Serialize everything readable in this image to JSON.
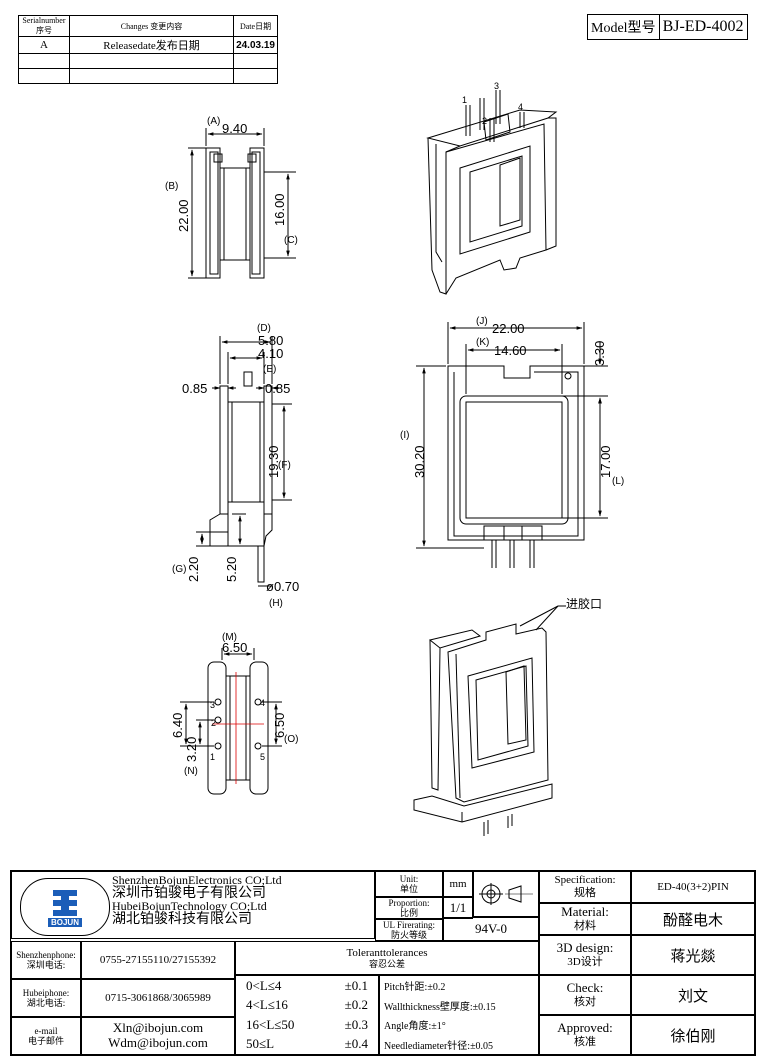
{
  "revision_table": {
    "headers": {
      "serial": "Serialnumber序号",
      "changes": "Changes 变更内容",
      "date": "Date日期"
    },
    "rows": [
      {
        "serial": "A",
        "changes": "Releasedate发布日期",
        "date": "24.03.19"
      }
    ]
  },
  "model": {
    "label": "Model型号",
    "value": "BJ-ED-4002"
  },
  "views": {
    "top_left": {
      "A": "(A)",
      "A_val": "9.40",
      "B": "(B)",
      "B_val": "22.00",
      "C": "(C)",
      "C_val": "16.00"
    },
    "side": {
      "D": "(D)",
      "D_val": "5.80",
      "E": "(E)",
      "E_val": "4.10",
      "left_085": "0.85",
      "right_085": "0.85",
      "F": "(F)",
      "F_val": "19.30",
      "G": "(G)",
      "G_val": "2.20",
      "g_520": "5.20",
      "H": "(H)",
      "H_val": "ø0.70"
    },
    "front": {
      "J": "(J)",
      "J_val": "22.00",
      "K": "(K)",
      "K_val": "14.60",
      "top_330": "3.30",
      "I": "(I)",
      "I_val": "30.20",
      "L": "(L)",
      "L_val": "17.00"
    },
    "bottom": {
      "M": "(M)",
      "M_val": "6.50",
      "N": "(N)",
      "N_val1": "6.40",
      "N_val2": "3.20",
      "O": "(O)",
      "O_val": "6.50",
      "pins": [
        "1",
        "2",
        "3",
        "4",
        "5"
      ]
    },
    "iso_pins": [
      "1",
      "2",
      "3",
      "4"
    ],
    "gate_label": "进胶口"
  },
  "title_block": {
    "company": {
      "line1": "ShenzhenBojunElectronics CO;Ltd",
      "line2": "深圳市铂骏电子有限公司",
      "line3": "HubeiBojunTechnology CO;Ltd",
      "line4": "湖北铂骏科技有限公司",
      "logo_text": "BOJUN"
    },
    "unit": {
      "label": "Unit:",
      "label_cn": "单位",
      "value": "mm"
    },
    "proportion": {
      "label": "Proportion:",
      "label_cn": "比例",
      "value": "1/1"
    },
    "ul": {
      "label": "UL Firerating:",
      "label_cn": "防火等级",
      "value": "94V-0"
    },
    "specification": {
      "label": "Specification:",
      "label_cn": "规格",
      "value": "ED-40(3+2)PIN"
    },
    "material": {
      "label": "Material:",
      "label_cn": "材料",
      "value": "酚醛电木"
    },
    "design": {
      "label": "3D design:",
      "label_cn": "3D设计",
      "value": "蒋光燚"
    },
    "check": {
      "label": "Check:",
      "label_cn": "核对",
      "value": "刘文"
    },
    "approved": {
      "label": "Approved:",
      "label_cn": "核准",
      "value": "徐伯刚"
    },
    "contacts": [
      {
        "label": "Shenzhenphone:",
        "label_cn": "深圳电话:",
        "value": "0755-27155110/27155392"
      },
      {
        "label": "Hubeiphone:",
        "label_cn": "湖北电话:",
        "value": "0715-3061868/3065989"
      },
      {
        "label": "e-mail",
        "label_cn": "电子邮件",
        "value": "Xln@ibojun.com",
        "value2": "Wdm@ibojun.com"
      }
    ],
    "tolerances": {
      "title": "Toleranttolerances",
      "title_cn": "容忍公差",
      "rows": [
        {
          "range": "0<L≤4",
          "tol": "±0.1"
        },
        {
          "range": "4<L≤16",
          "tol": "±0.2"
        },
        {
          "range": "16<L≤50",
          "tol": "±0.3"
        },
        {
          "range": "50≤L",
          "tol": "±0.4"
        }
      ],
      "notes": [
        "Pitch针距:±0.2",
        "Wallthickness壁厚度:±0.15",
        "Angle角度:±1°",
        "Needlediameter针径:±0.05"
      ]
    }
  }
}
